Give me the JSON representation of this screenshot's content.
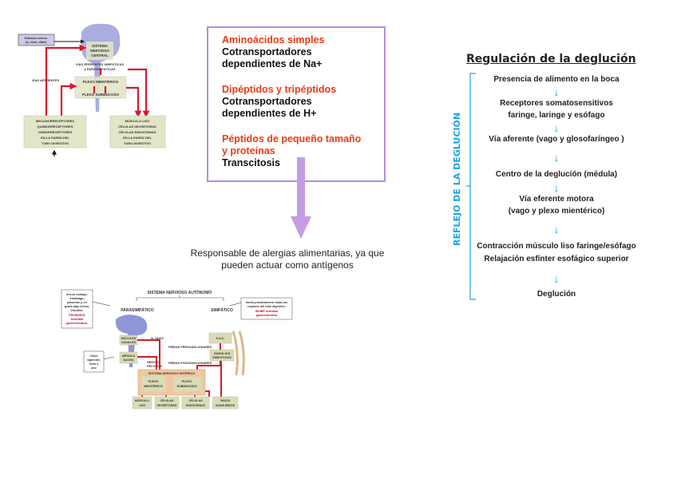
{
  "middle_box": {
    "h1": "Aminoácidos simples",
    "t1a": "Cotransportadores",
    "t1b": "dependientes de Na+",
    "h2": "Dipéptidos y tripéptidos",
    "t2a": "Cotransportadores",
    "t2b": "dependientes de H+",
    "h3a": "Péptidos de pequeño tamaño",
    "h3b": "y proteínas",
    "t3": "Transcitosis"
  },
  "note": {
    "line1": "Responsable de alergias alimentarias, ya que",
    "line2": "pueden actuar como antígenos"
  },
  "flow": {
    "title": "Regulación de la deglución",
    "side_label": "REFLEJO DE LA DEGLUCIÓN",
    "steps": [
      "Presencia de alimento en la boca",
      "Receptores  somatosensitivos",
      "faringe, laringe y esófago",
      "Vía aferente (vago y glosofaríngeo )",
      "Centro de la deglución (médula)",
      "Vía eferente motora",
      "(vago y plexo mientérico)",
      "Contracción músculo liso faringe/esófago",
      "Relajación esfínter esofágico superior",
      "Deglución"
    ],
    "accent": "#1aa3e8"
  },
  "diagram1": {
    "stimulus": [
      "Estímulo externo",
      "(ej. vista, olfato)"
    ],
    "snc": [
      "SISTEMA",
      "NERVIOSO",
      "CENTRAL"
    ],
    "efferent": [
      "VÍAS EFERENTES SIMPÁTICAS",
      "y PARASIMPÁTICAS"
    ],
    "afferent": "VÍAS AFERENTES",
    "plexo1": "PLEXO MIENTÉRICO",
    "plexo2": "PLEXO SUBMUCOSO",
    "left_box": [
      "MECANORRECEPTORES",
      "QUIMIORRECEPTORES",
      "OSMORRECEPTORES",
      "EN LA PARED DEL",
      "TUBO DIGESTIVO"
    ],
    "right_box": [
      "MÚSCULO LISO",
      "CÉLULAS SECRETORAS",
      "CÉLULAS ENDOCRINAS",
      "EN LA PARED DEL",
      "TUBO DIGESTIVO"
    ]
  },
  "diagram2": {
    "title": "SISTEMA NERVIOSO AUTÓNOMO",
    "para": "PARASIMPÁTICO",
    "simp": "SIMPÁTICO",
    "note_left": [
      "Inerva esófago,",
      "estómago,",
      "páncreas y, en",
      "grado algo menor,",
      "intestino."
    ],
    "note_left_red": [
      "PROMUEVE",
      "actividad",
      "gastrointestinal."
    ],
    "note_right": [
      "Inerva prácticamente todas las",
      "regiones del tubo digestivo."
    ],
    "note_right_red": [
      "INHIBE actividad",
      "gastrointestinal"
    ],
    "nucleos": [
      "NÚCLEOS",
      "VAGALES"
    ],
    "medula": [
      "MÉDULA",
      "SACRA"
    ],
    "colon": [
      "Colon",
      "sigmoide,",
      "recto y",
      "ano"
    ],
    "vago": "N. VAGO",
    "pelvicos": [
      "NERVIOS",
      "PÉLVICOS"
    ],
    "sac": "S.N.C.",
    "ganglios": [
      "GANGLIOS",
      "SIMPÁTICOS"
    ],
    "pre": "FIBRAS PREGANGLIONARES",
    "pos": "FIBRAS POSGANGLIONARES",
    "sne": "SISTEMA NERVIOSO ENTÉRICO",
    "mient": [
      "PLEXO",
      "MIENTÉRICO"
    ],
    "subm": [
      "PLEXO",
      "SUBMUCOSO"
    ],
    "targets": [
      [
        "MÚSCULO",
        "LISO"
      ],
      [
        "CÉLULAS",
        "SECRETORAS"
      ],
      [
        "CÉLULAS",
        "ENDOCRINAS"
      ],
      [
        "VASOS",
        "SANGUÍNEOS"
      ]
    ]
  }
}
